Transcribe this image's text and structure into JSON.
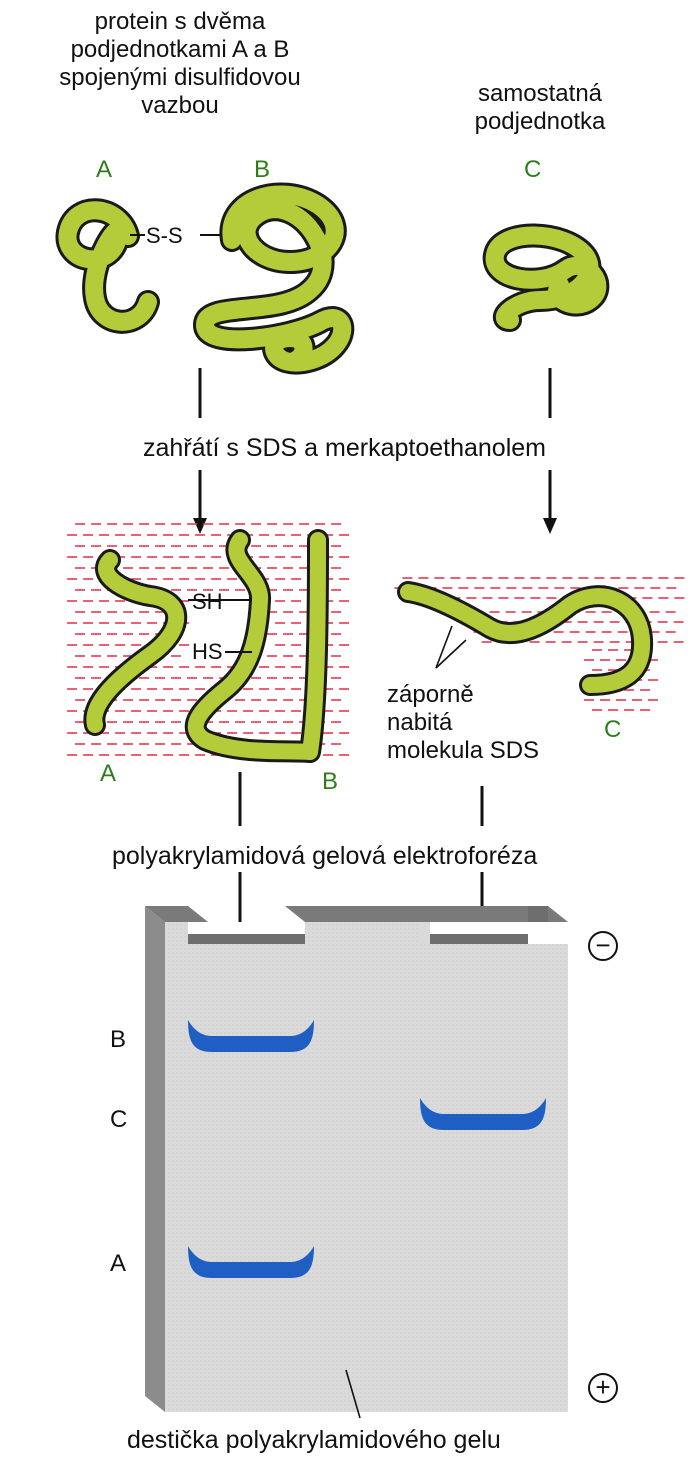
{
  "top_left_caption": [
    "protein s dvěma",
    "podjednotkami A a B",
    "spojenými disulfidovou",
    "vazbou"
  ],
  "top_right_caption": [
    "samostatná",
    "podjednotka"
  ],
  "subunit_labels": {
    "a": "A",
    "b": "B",
    "c": "C"
  },
  "disulfide_label": "S-S",
  "step1_label": "zahřátí s SDS a merkaptoethanolem",
  "sh_label": "SH",
  "hs_label": "HS",
  "sds_caption": [
    "záporně",
    "nabitá",
    "molekula SDS"
  ],
  "step2_label": "polyakrylamidová gelová elektroforéza",
  "gel_labels": {
    "b": "B",
    "c": "C",
    "a": "A"
  },
  "minus_sign": "−",
  "plus_sign": "+",
  "gel_caption": "destička polyakrylamidového gelu",
  "colors": {
    "protein": "#b5cc3a",
    "charge": "#e23b52",
    "band": "#1f5fc4",
    "gel": "#dadada",
    "label_green": "#2e7d1a"
  }
}
